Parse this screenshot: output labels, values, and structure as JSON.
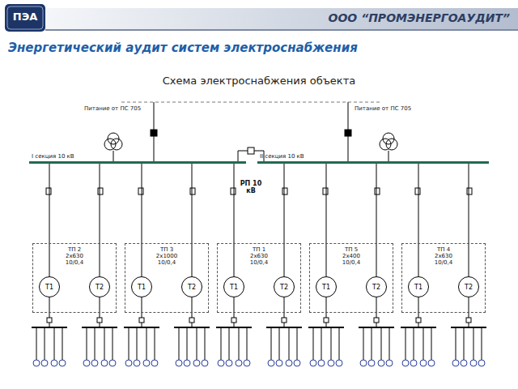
{
  "diagram": {
    "title": "Энергетический аудит систем электроснабжения",
    "caption": "Схема электроснабжения объекта",
    "nodes": [
      {
        "text": [
          "I секция 10 кВ"
        ]
      },
      {
        "text": [
          "II секция 10 кВ"
        ]
      },
      {
        "text": [
          "ТП 2 2х630 10/0,4"
        ]
      },
      {
        "text": [
          "Т1"
        ],
        "in": 2
      },
      {
        "text": [
          "Т2"
        ],
        "in": 2
      },
      {
        "text": [
          "ТП 3 2х1000 10/0,4"
        ]
      },
      {
        "text": [
          "Т1"
        ],
        "in": 5
      },
      {
        "text": [
          "Т2"
        ],
        "in": 5
      },
      {
        "text": [
          "ТП 1 2х630 10/0,4"
        ]
      },
      {
        "text": [
          "Т1"
        ],
        "in": 8
      },
      {
        "text": [
          "Т2"
        ],
        "in": 8
      },
      {
        "text": [
          "ТП 5 2х400 10/0,4"
        ]
      },
      {
        "text": [
          "Т1"
        ],
        "in": 11
      },
      {
        "text": [
          "Т2"
        ],
        "in": 11
      },
      {
        "text": [
          "ТП 4 2х630 10/0,4"
        ]
      },
      {
        "text": [
          "Т1"
        ],
        "in": 14
      },
      {
        "text": [
          "Т2"
        ],
        "in": 14
      }
    ],
    "edges": [
      {
        "from": 0,
        "to": 3,
        "arrow": "none"
      },
      {
        "from": 0,
        "to": 4,
        "arrow": "none"
      },
      {
        "from": 0,
        "to": 6,
        "arrow": "none"
      },
      {
        "from": 0,
        "to": 7,
        "arrow": "none"
      },
      {
        "from": 0,
        "to": 9,
        "arrow": "none"
      },
      {
        "from": 1,
        "to": 10,
        "arrow": "none"
      },
      {
        "from": 1,
        "to": 12,
        "arrow": "none"
      },
      {
        "from": 1,
        "to": 13,
        "arrow": "none"
      },
      {
        "from": 1,
        "to": 15,
        "arrow": "none"
      },
      {
        "from": 1,
        "to": 16,
        "arrow": "none"
      }
    ],
    "labels": [
      "ПЭА",
      "ООО “ПРОМЭНЕРГОАУДИТ”",
      "Питание от ПС 705",
      "Питание от ПС 705",
      "РП 10 кВ"
    ]
  }
}
